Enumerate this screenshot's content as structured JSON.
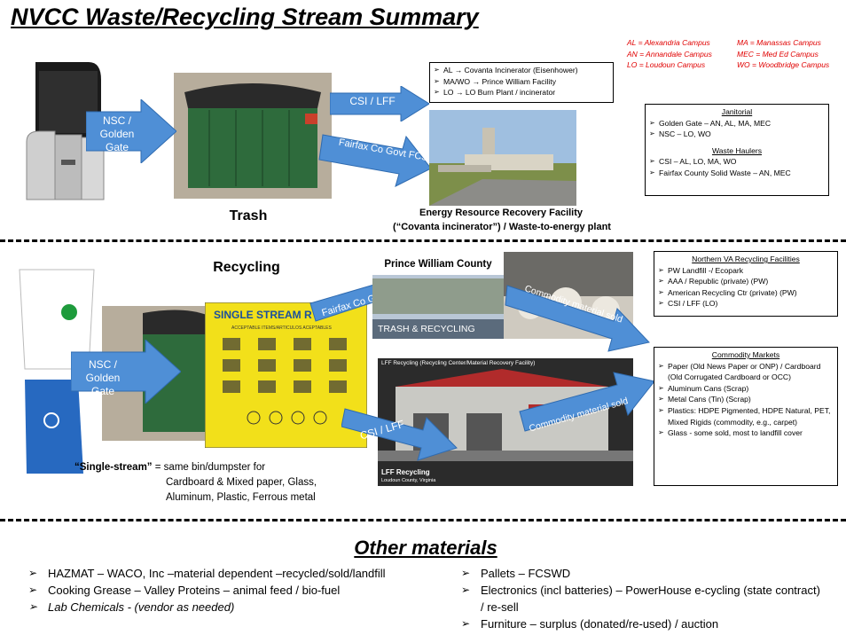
{
  "title": "NVCC Waste/Recycling Stream Summary",
  "campus_legend": [
    "AL = Alexandria Campus",
    "MA = Manassas Campus",
    "AN = Annandale Campus",
    "MEC = Med Ed Campus",
    "LO = Loudoun Campus",
    "WO = Woodbridge Campus"
  ],
  "trash": {
    "arrow_left": "NSC / Golden Gate",
    "label": "Trash",
    "arrow_csi": "CSI / LFF",
    "arrow_fairfax": "Fairfax Co Govt FCSWD",
    "destinations": [
      "AL → Covanta Incinerator (Eisenhower)",
      "MA/WO → Prince William Facility",
      "LO → LO Burn Plant / incinerator"
    ],
    "facility_caption_1": "Energy Resource Recovery Facility",
    "facility_caption_2": "(“Covanta incinerator”) / Waste-to-energy plant"
  },
  "janitorial_box": {
    "header_1": "Janitorial",
    "items_1": [
      "Golden Gate – AN, AL, MA, MEC",
      "NSC – LO, WO"
    ],
    "header_2": "Waste Haulers",
    "items_2": [
      "CSI – AL, LO, MA, WO",
      "Fairfax County Solid Waste – AN, MEC"
    ]
  },
  "recycling": {
    "label": "Recycling",
    "arrow_left": "NSC / Golden Gate",
    "arrow_fairfax": "Fairfax Co Govt FCSWD",
    "arrow_csi": "CSI / LFF",
    "arrow_commodity_1": "Commodity material sold",
    "arrow_commodity_2": "Commodity material sold",
    "poster_title": "SINGLE STREAM R",
    "poster_sub": "ACCEPTABLE ITEMS/ARTICULOS ACEPTABLES",
    "pw_title": "Prince William County",
    "pw_banner": "TRASH & RECYCLING",
    "lff_header": "LFF Recycling (Recycling Center/Material Recovery Facility)",
    "lff_caption_1": "LFF Recycling",
    "lff_caption_2": "Loudoun County, Virginia",
    "single_stream_term": "“Single-stream”",
    "single_stream_def": "=  same bin/dumpster  for",
    "single_stream_line2": "Cardboard & Mixed paper, Glass,",
    "single_stream_line3": "Aluminum,  Plastic, Ferrous metal"
  },
  "nova_box": {
    "header": "Northern VA Recycling Facilities",
    "items": [
      "PW Landfill -/ Ecopark",
      "AAA / Republic (private) (PW)",
      "American Recycling Ctr (private) (PW)",
      "CSI / LFF (LO)"
    ]
  },
  "markets_box": {
    "header": "Commodity Markets",
    "items": [
      "Paper (Old News Paper or ONP) / Cardboard (Old Corrugated Cardboard or OCC)",
      "Aluminum Cans (Scrap)",
      "Metal Cans (Tin) (Scrap)",
      "Plastics: HDPE Pigmented, HDPE Natural, PET, Mixed Rigids (commodity, e.g., carpet)",
      "Glass  - some sold, most to landfill cover"
    ]
  },
  "other": {
    "title": "Other materials",
    "left": [
      "HAZMAT – WACO, Inc –material dependent –recycled/sold/landfill",
      "Cooking Grease – Valley Proteins – animal feed / bio-fuel",
      "Lab Chemicals - (vendor as needed)"
    ],
    "right": [
      "Pallets – FCSWD",
      "Electronics (incl batteries) – PowerHouse  e-cycling (state contract) / re-sell",
      "Furniture  – surplus (donated/re-used) / auction"
    ]
  },
  "colors": {
    "arrow": "#4f8fd6",
    "legend": "#e00000",
    "poster": "#f2e01a",
    "dumpster": "#2e6b3c"
  }
}
